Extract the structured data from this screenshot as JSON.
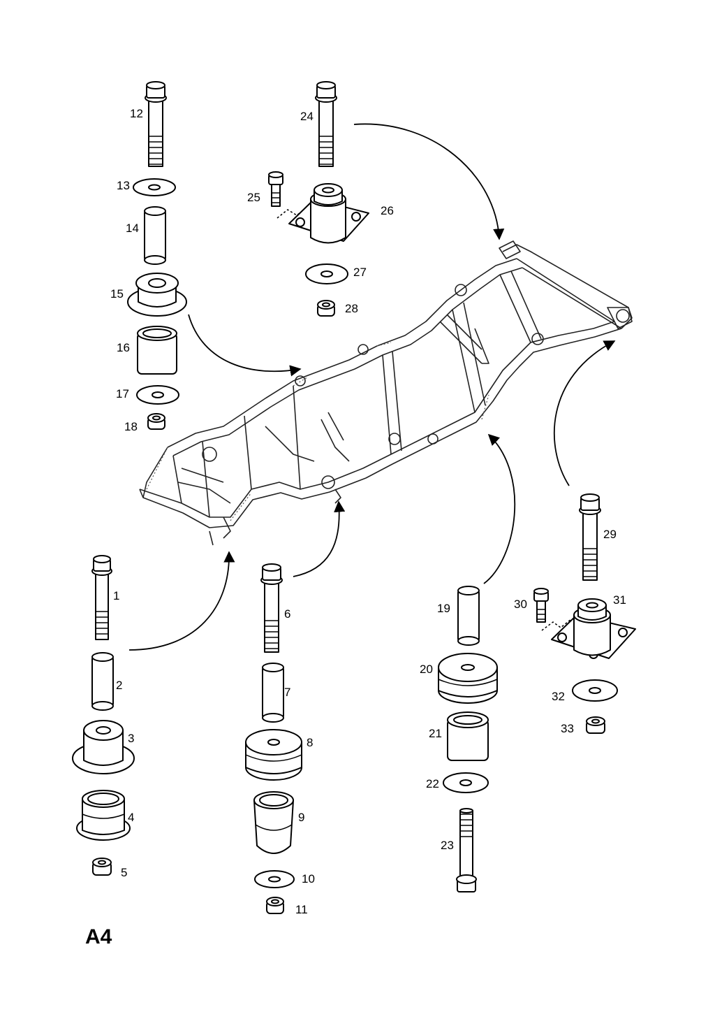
{
  "page_code": "A4",
  "callouts": [
    "1",
    "2",
    "3",
    "4",
    "5",
    "6",
    "7",
    "8",
    "9",
    "10",
    "11",
    "12",
    "13",
    "14",
    "15",
    "16",
    "17",
    "18",
    "19",
    "20",
    "21",
    "22",
    "23",
    "24",
    "25",
    "26",
    "27",
    "28",
    "29",
    "30",
    "31",
    "32",
    "33"
  ]
}
